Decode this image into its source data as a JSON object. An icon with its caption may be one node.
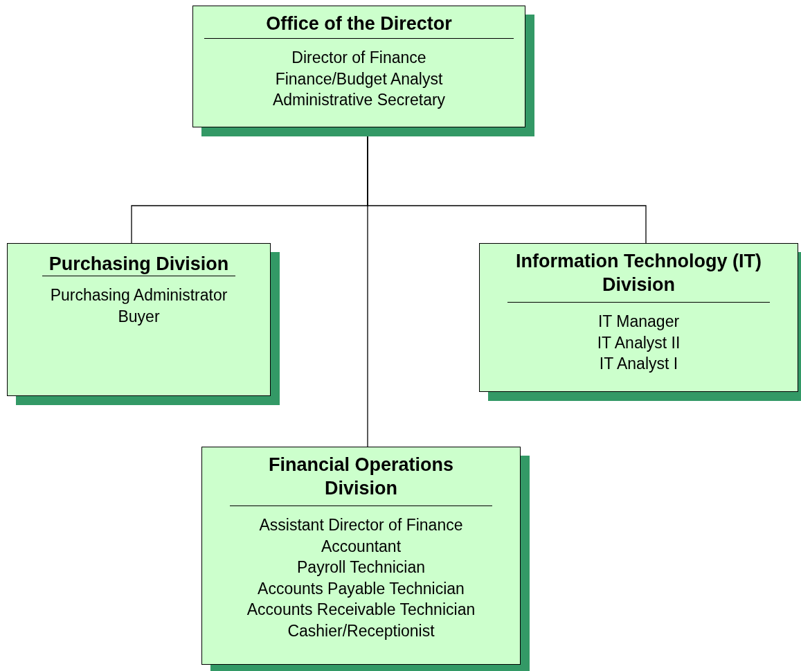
{
  "diagram": {
    "nodes": [
      {
        "text": [
          "Office of the Director",
          "Director of Finance",
          "Finance/Budget Analyst",
          "Administrative Secretary"
        ]
      },
      {
        "text": [
          "Purchasing Division",
          "Purchasing Administrator",
          "Buyer"
        ]
      },
      {
        "text": [
          "Information Technology (IT)  Division",
          "IT Manager",
          "IT Analyst II",
          "IT Analyst I"
        ]
      },
      {
        "text": [
          "Financial Operations Division",
          "Assistant Director of Finance",
          "Accountant",
          "Payroll Technician",
          "Accounts Payable Technician",
          "Accounts Receivable Technician",
          "Cashier/Receptionist"
        ]
      }
    ],
    "edges": [
      {
        "from": 0,
        "to": 1,
        "arrow": "none"
      },
      {
        "from": 0,
        "to": 2,
        "arrow": "none"
      },
      {
        "from": 0,
        "to": 3,
        "arrow": "none"
      }
    ]
  }
}
